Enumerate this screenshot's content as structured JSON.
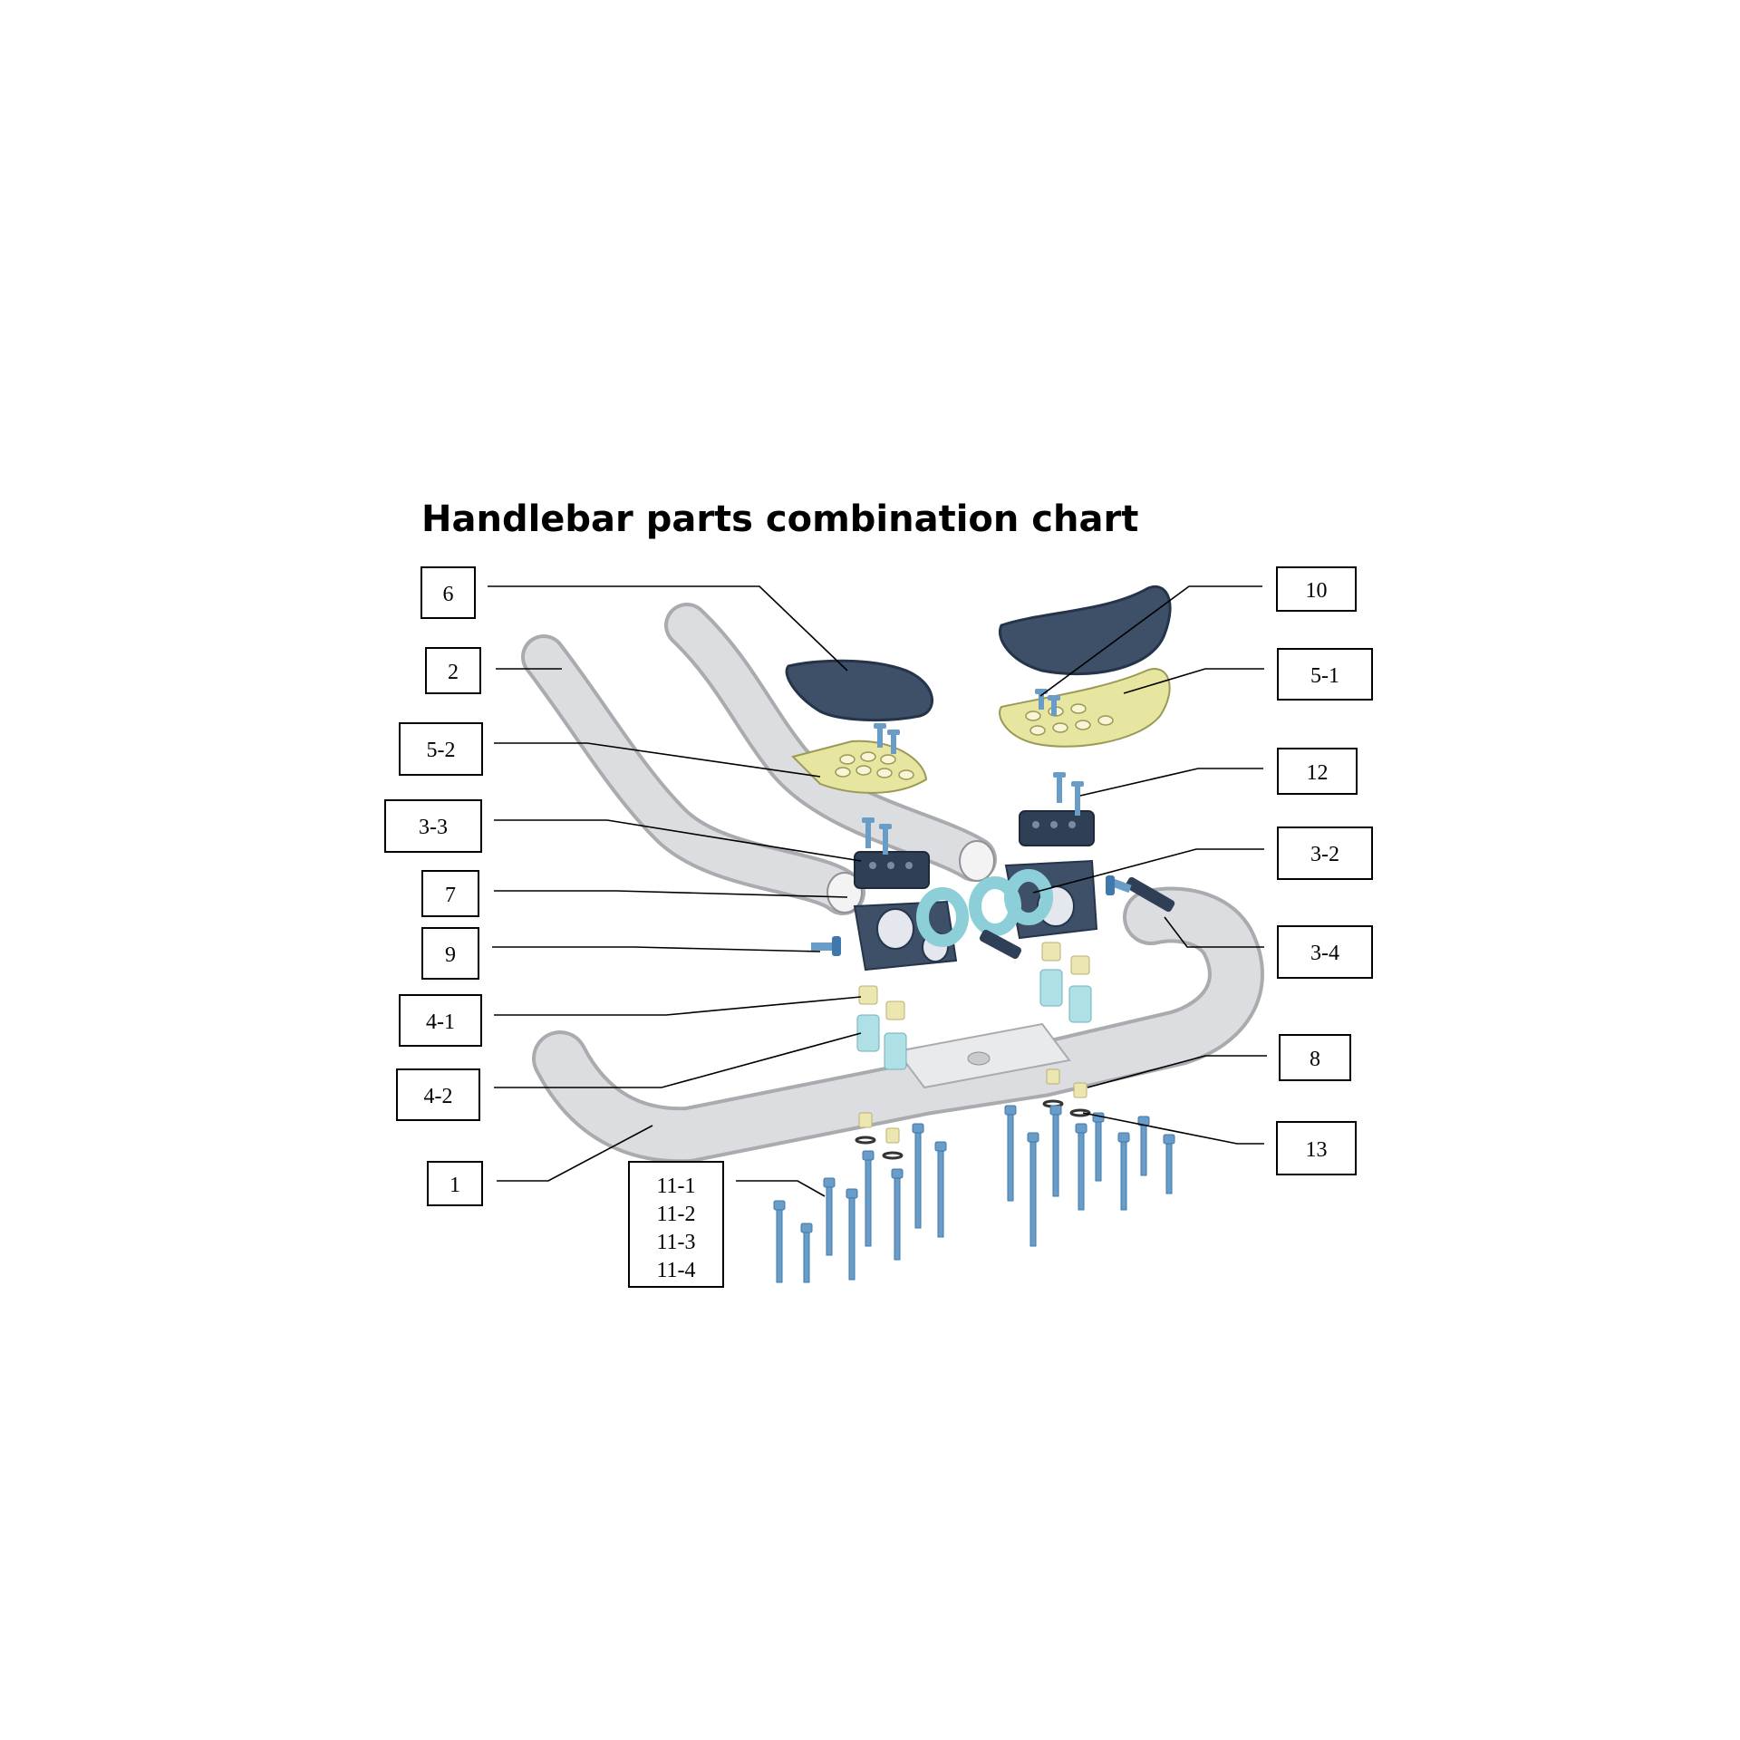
{
  "title": "Handlebar parts combination chart",
  "colors": {
    "aluminium": "#d9dadc",
    "aluminium_edge": "#a9abaf",
    "dark_part": "#3d5068",
    "dark_part_edge": "#25344a",
    "pad_plate": "#e6e6a0",
    "spacer_blue": "#aee0e6",
    "spacer_gold": "#ece7b0",
    "bolt": "#6a9cc8"
  },
  "callouts": {
    "c6": "6",
    "c2": "2",
    "c5_2": "5-2",
    "c3_3": "3-3",
    "c7": "7",
    "c9": "9",
    "c4_1": "4-1",
    "c4_2": "4-2",
    "c1": "1",
    "c11_1": "11-1",
    "c11_2": "11-2",
    "c11_3": "11-3",
    "c11_4": "11-4",
    "c10": "10",
    "c5_1": "5-1",
    "c12": "12",
    "c3_2": "3-2",
    "c3_4": "3-4",
    "c8": "8",
    "c13": "13"
  }
}
